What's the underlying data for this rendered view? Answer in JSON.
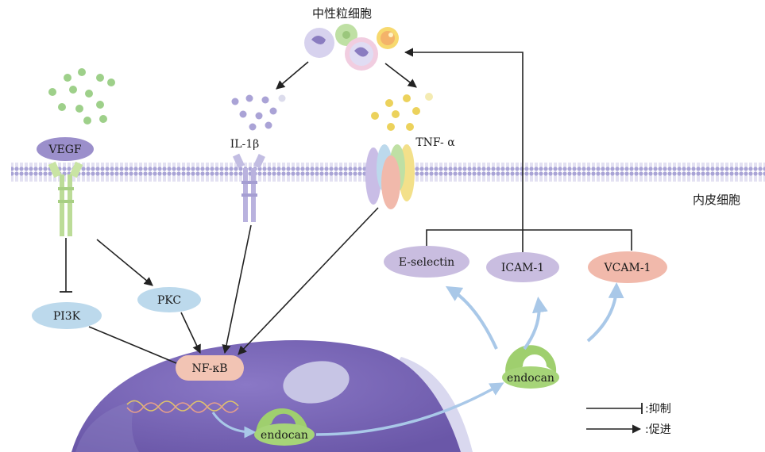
{
  "labels": {
    "neutrophil": "中性粒细胞",
    "endothelial_cell": "内皮细胞",
    "vegf": "VEGF",
    "il1b": "IL-1β",
    "tnfa": "TNF- α",
    "pi3k": "PI3K",
    "pkc": "PKC",
    "nfkb": "NF-κB",
    "e_selectin": "E-selectin",
    "icam1": "ICAM-1",
    "vcam1": "VCAM-1",
    "endocan_nucleus": "endocan",
    "endocan_cytoplasm": "endocan"
  },
  "legend": {
    "inhibit_label": ":抑制",
    "promote_label": ":促进"
  },
  "colors": {
    "membrane": "#9c98d0",
    "nucleus": "#7b68b8",
    "nfkb_fill": "#f2c4b4",
    "blue_node": "#bcd9ec",
    "purple_node": "#c9bde0",
    "pink_node": "#f1b9ab",
    "green_dots": "#9ed08a",
    "purple_dots": "#aaa3d6",
    "yellow_dots": "#ecd25c",
    "endocan_fill": "#9fcf6e",
    "arrow_blue": "#a9c8e8"
  }
}
